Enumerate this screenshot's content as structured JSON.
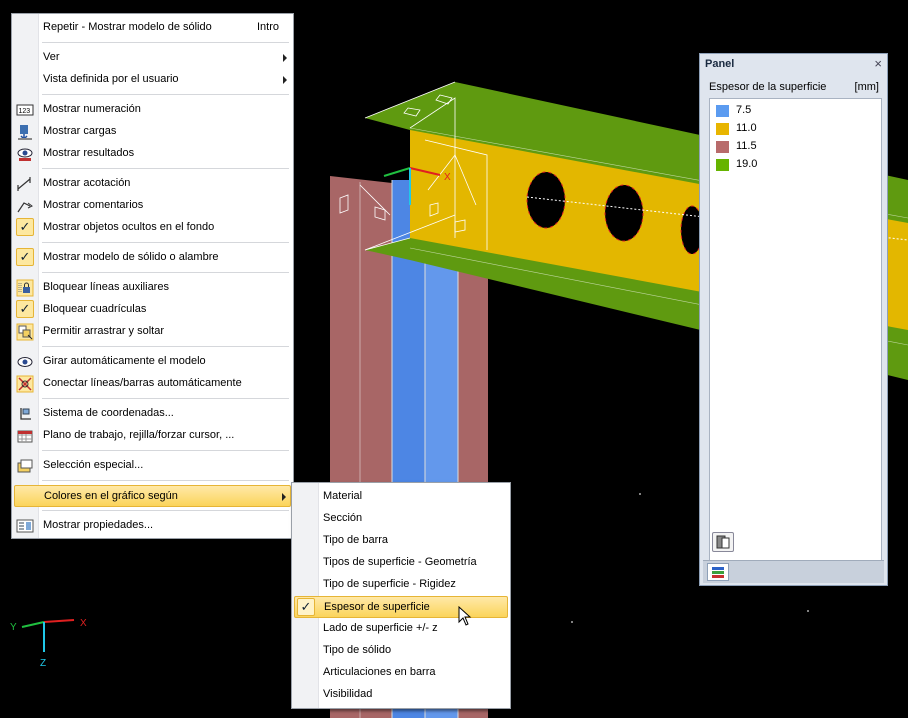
{
  "context_menu": {
    "items": [
      {
        "label": "Repetir - Mostrar modelo de sólido",
        "shortcut": "Intro"
      },
      {
        "label": "Ver"
      },
      {
        "label": "Vista definida por el usuario"
      },
      {
        "label": "Mostrar numeración",
        "icon": "numbering-icon"
      },
      {
        "label": "Mostrar cargas",
        "icon": "loads-icon"
      },
      {
        "label": "Mostrar resultados",
        "icon": "results-icon"
      },
      {
        "label": "Mostrar acotación",
        "icon": "dimension-icon"
      },
      {
        "label": "Mostrar comentarios",
        "icon": "comment-icon"
      },
      {
        "label": "Mostrar objetos ocultos en el fondo",
        "checked": true
      },
      {
        "label": "Mostrar modelo de sólido o alambre",
        "checked": true
      },
      {
        "label": "Bloquear líneas auxiliares",
        "icon": "lock-lines-icon"
      },
      {
        "label": "Bloquear cuadrículas",
        "checked": true
      },
      {
        "label": "Permitir arrastrar y soltar",
        "icon": "drag-drop-icon"
      },
      {
        "label": "Girar automáticamente el modelo",
        "icon": "rotate-eye-icon"
      },
      {
        "label": "Conectar líneas/barras automáticamente",
        "icon": "connect-icon"
      },
      {
        "label": "Sistema de coordenadas...",
        "icon": "coordinate-system-icon"
      },
      {
        "label": "Plano de trabajo, rejilla/forzar cursor, ...",
        "icon": "work-plane-icon"
      },
      {
        "label": "Selección especial...",
        "icon": "selection-icon"
      },
      {
        "label": "Colores en el gráfico según"
      },
      {
        "label": "Mostrar propiedades...",
        "icon": "properties-icon"
      }
    ]
  },
  "submenu": {
    "items": [
      {
        "label": "Material"
      },
      {
        "label": "Sección"
      },
      {
        "label": "Tipo de barra"
      },
      {
        "label": "Tipos de superficie - Geometría"
      },
      {
        "label": "Tipo de superficie - Rigidez"
      },
      {
        "label": "Espesor de superficie",
        "checked": true
      },
      {
        "label": "Lado de superficie +/- z"
      },
      {
        "label": "Tipo de sólido"
      },
      {
        "label": "Articulaciones en barra"
      },
      {
        "label": "Visibilidad"
      }
    ]
  },
  "panel": {
    "title": "Panel",
    "close": "×",
    "header": "Espesor de la superficie",
    "unit": "[mm]",
    "legend": [
      {
        "value": "7.5",
        "color": "#5b9bf0"
      },
      {
        "value": "11.0",
        "color": "#e8b500"
      },
      {
        "value": "11.5",
        "color": "#b86b6b"
      },
      {
        "value": "19.0",
        "color": "#66b400"
      }
    ]
  },
  "axes": {
    "x": "X",
    "y": "Y",
    "z": "Z",
    "beam_x": "X"
  },
  "checkmark": "✓"
}
